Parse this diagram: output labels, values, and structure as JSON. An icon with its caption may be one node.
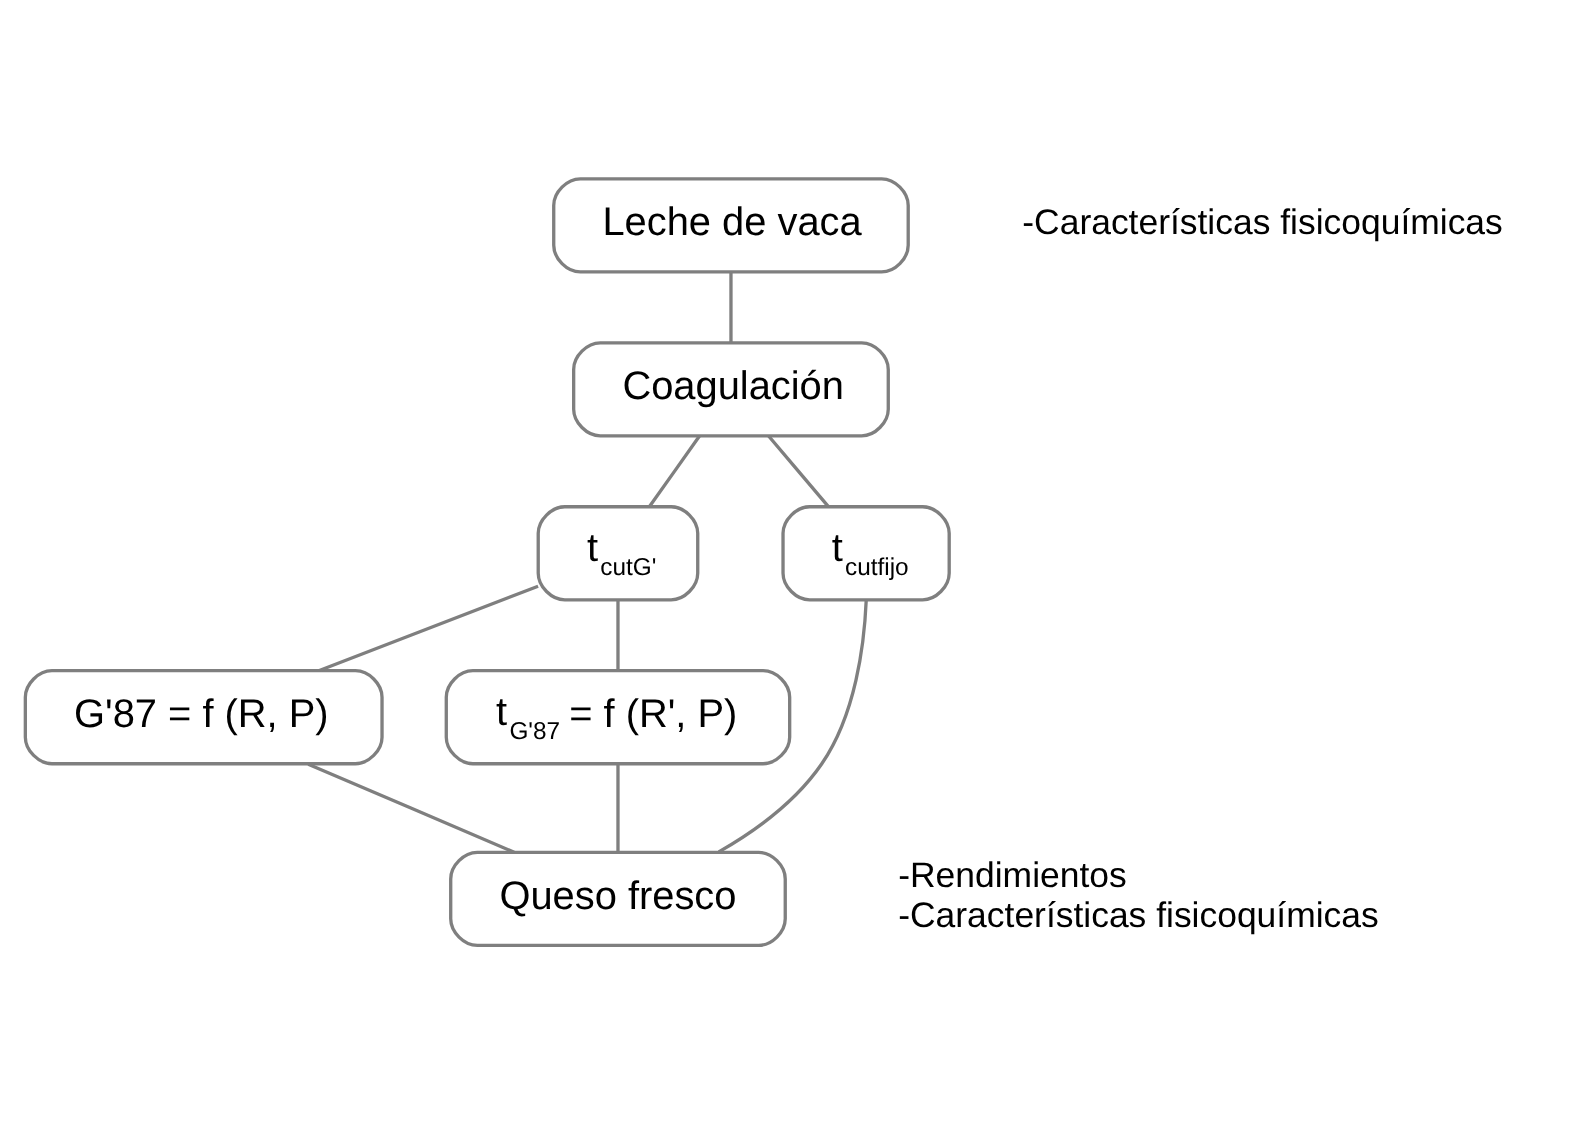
{
  "diagram": {
    "nodes": [
      {
        "text": [
          "Leche de vaca"
        ],
        "beside": [
          "-Características fisicoquímicas"
        ]
      },
      {
        "text": [
          "Coagulación"
        ]
      },
      {
        "text": [
          "t$_{cutG'}$"
        ]
      },
      {
        "text": [
          "t$_{cutfijo}$"
        ]
      },
      {
        "text": [
          "G'87 = f (R, P)"
        ]
      },
      {
        "text": [
          "t$_{G'87}$ = f (R', P)"
        ]
      },
      {
        "text": [
          "Queso fresco"
        ],
        "beside": [
          "-Rendimientos",
          "-Características fisicoquímicas"
        ]
      }
    ],
    "edges": [
      {
        "from": 0,
        "to": 1,
        "arrow": "none"
      },
      {
        "from": 1,
        "to": 2,
        "arrow": "none"
      },
      {
        "from": 1,
        "to": 3,
        "arrow": "none"
      },
      {
        "from": 2,
        "to": 4,
        "arrow": "none"
      },
      {
        "from": 2,
        "to": 5,
        "arrow": "none"
      },
      {
        "from": 4,
        "to": 6,
        "arrow": "none"
      },
      {
        "from": 5,
        "to": 6,
        "arrow": "none"
      },
      {
        "from": 3,
        "to": 6,
        "arrow": "none"
      }
    ]
  }
}
